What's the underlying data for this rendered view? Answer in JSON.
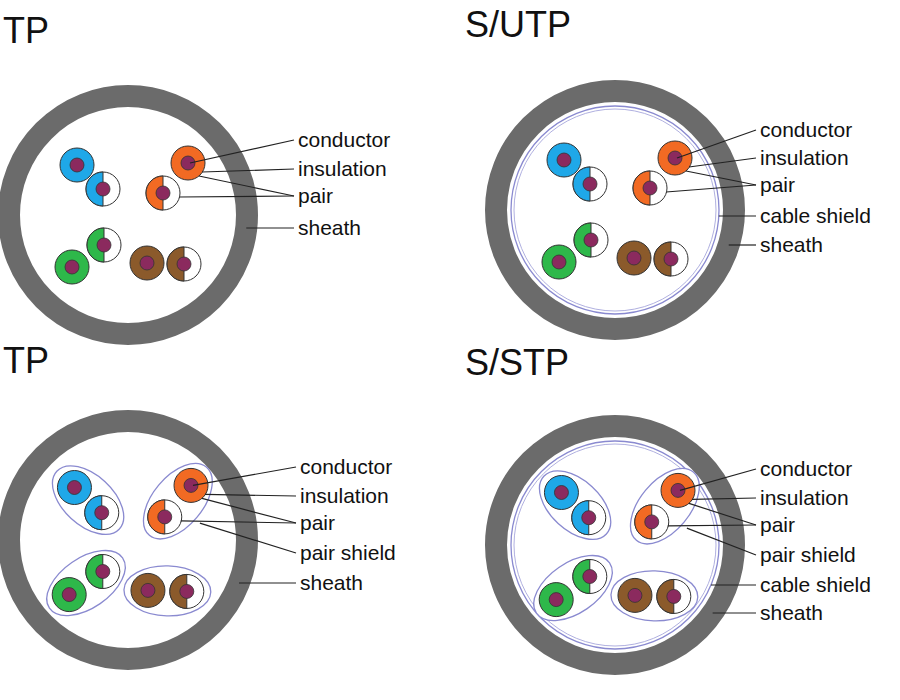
{
  "diagram": {
    "labels": [
      "TP",
      "conductor",
      "insulation",
      "pair",
      "sheath",
      "S/UTP",
      "conductor",
      "insulation",
      "pair",
      "cable shield",
      "sheath",
      "TP",
      "conductor",
      "insulation",
      "pair",
      "pair shield",
      "sheath",
      "S/STP",
      "conductor",
      "insulation",
      "pair",
      "pair shield",
      "cable shield",
      "sheath"
    ]
  }
}
